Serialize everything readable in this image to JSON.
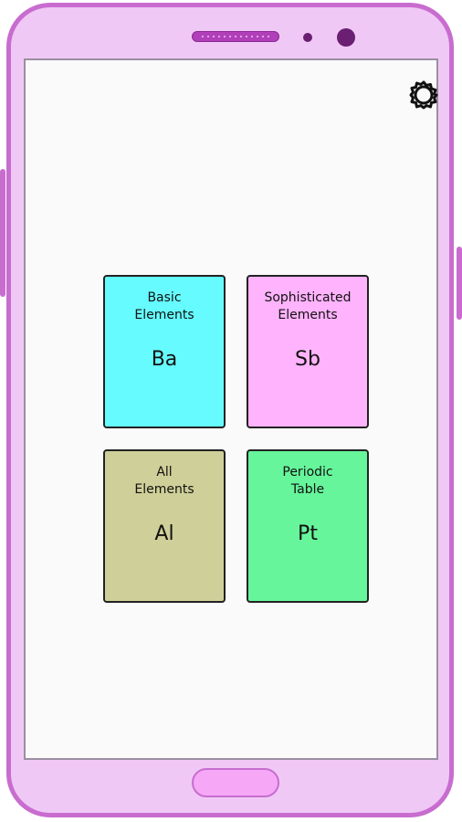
{
  "header": {
    "settings_icon": "gear-icon"
  },
  "tiles": [
    {
      "label": "Basic\nElements",
      "symbol": "Ba",
      "color": "#66fcff"
    },
    {
      "label": "Sophisticated\nElements",
      "symbol": "Sb",
      "color": "#ffb3fd"
    },
    {
      "label": "All\nElements",
      "symbol": "Al",
      "color": "#cfcf99"
    },
    {
      "label": "Periodic\nTable",
      "symbol": "Pt",
      "color": "#66f59b"
    }
  ],
  "colors": {
    "phone_body": "#f0c8f5",
    "phone_border": "#c86dcf",
    "screen_bg": "#fafafa"
  }
}
